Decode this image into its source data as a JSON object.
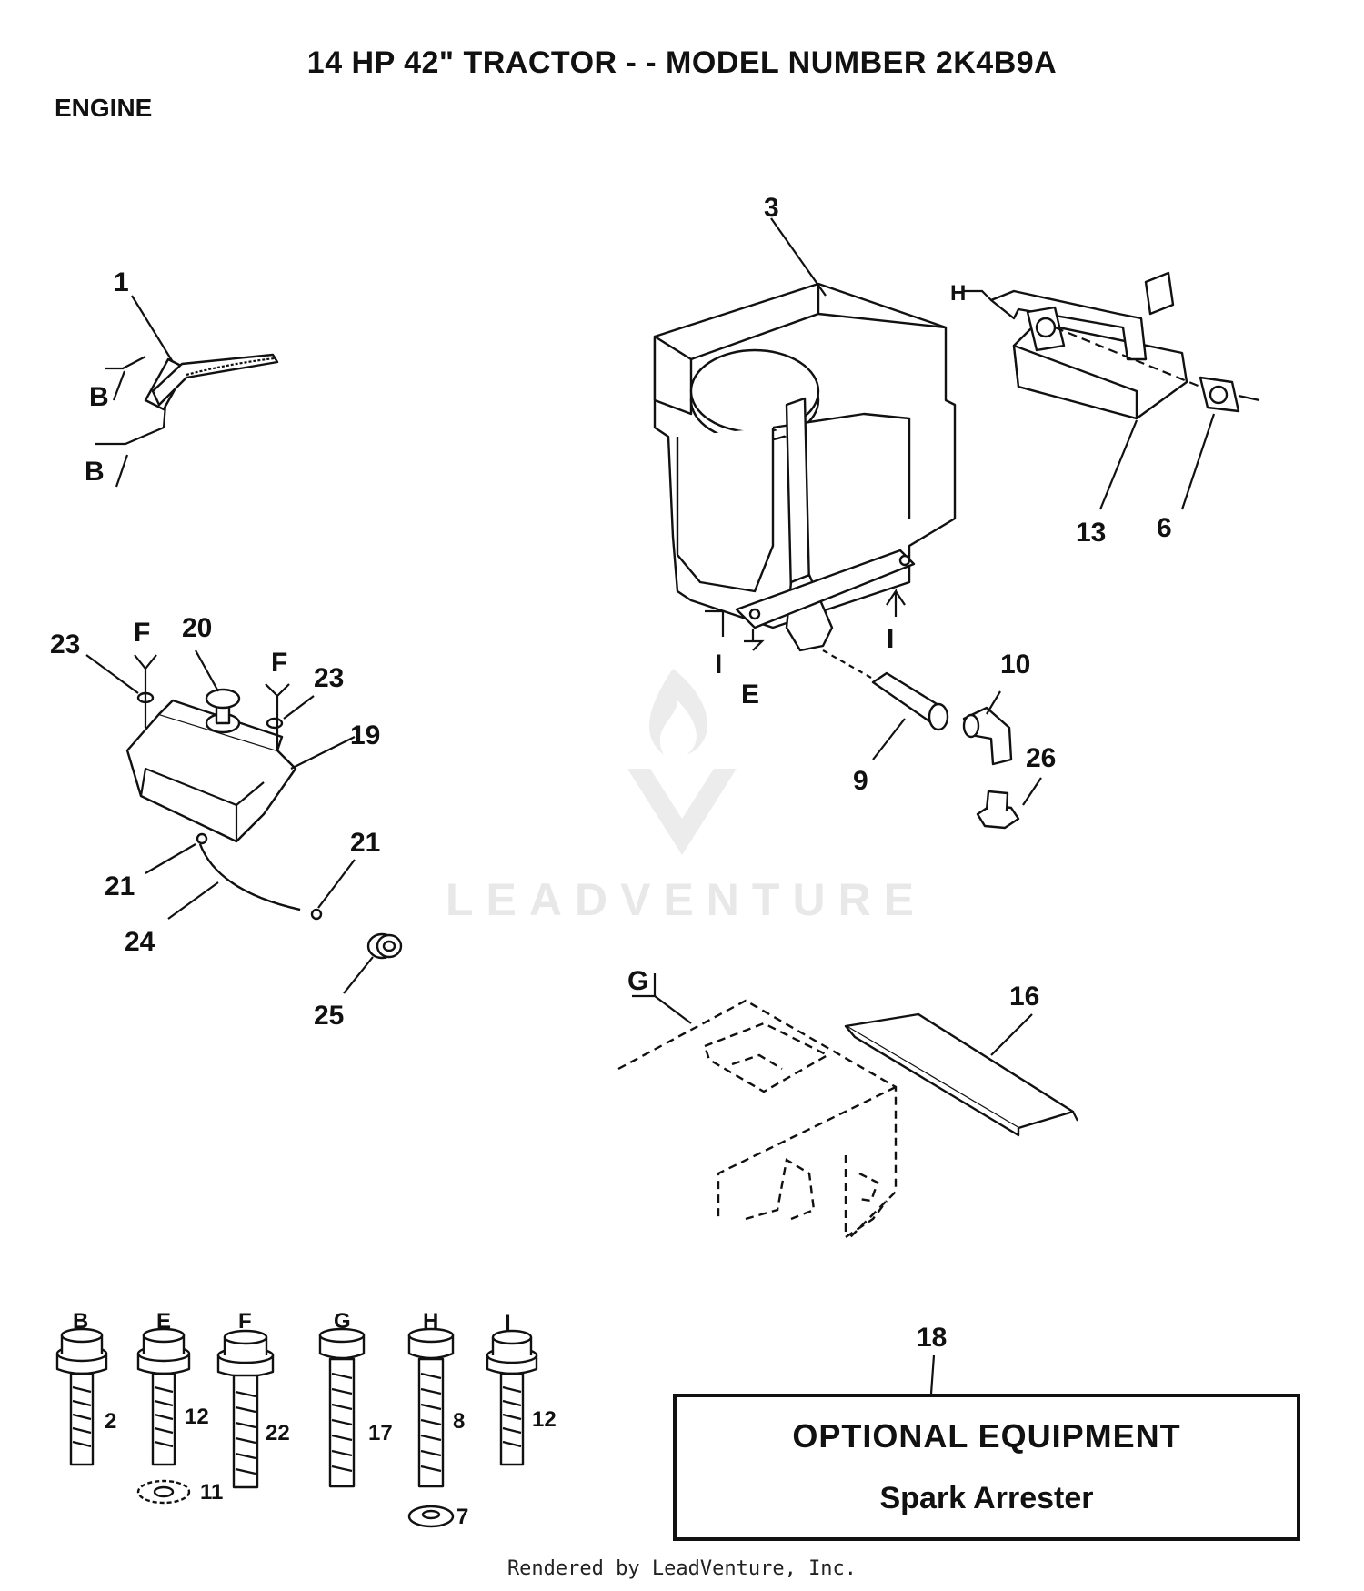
{
  "header": {
    "title": "14 HP 42\" TRACTOR - - MODEL NUMBER 2K4B9A",
    "section": "ENGINE"
  },
  "callouts": {
    "p1": "1",
    "p3": "3",
    "p6": "6",
    "p9": "9",
    "p10": "10",
    "p13": "13",
    "p16": "16",
    "p18": "18",
    "p19": "19",
    "p20": "20",
    "p21a": "21",
    "p21b": "21",
    "p23a": "23",
    "p23b": "23",
    "p24": "24",
    "p25": "25",
    "p26": "26",
    "refB1": "B",
    "refB2": "B",
    "refF1": "F",
    "refF2": "F",
    "refE": "E",
    "refI1": "I",
    "refI2": "I",
    "refH": "H",
    "refG": "G"
  },
  "fasteners": [
    {
      "letter": "B",
      "part": "2"
    },
    {
      "letter": "E",
      "part": "12",
      "extra": "11"
    },
    {
      "letter": "F",
      "part": "22"
    },
    {
      "letter": "G",
      "part": "17"
    },
    {
      "letter": "H",
      "part": "8",
      "extra": "7"
    },
    {
      "letter": "I",
      "part": "12"
    }
  ],
  "optional": {
    "title": "OPTIONAL EQUIPMENT",
    "item": "Spark Arrester"
  },
  "watermark": "LEADVENTURE",
  "footer": "Rendered by LeadVenture, Inc."
}
